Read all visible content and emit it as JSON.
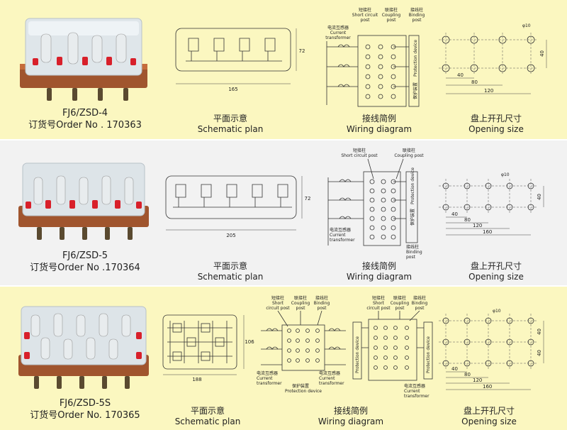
{
  "rows": [
    {
      "model": "FJ6/ZSD-4",
      "order": "订货号Order No . 170363",
      "plan": {
        "cn": "平面示意",
        "en": "Schematic plan",
        "dim_w": "165",
        "dim_h": "72"
      },
      "wiring": {
        "cn": "接线简例",
        "en": "Wiring diagram",
        "short_cn": "短接柱",
        "short_en1": "Short circuit",
        "short_en2": "post",
        "coupling_cn": "联接柱",
        "coupling_en1": "Coupling",
        "coupling_en2": "post",
        "binding_cn": "接线柱",
        "binding_en1": "Binding",
        "binding_en2": "post",
        "ct_cn": "电流互感器",
        "ct_en1": "Current",
        "ct_en2": "transformer",
        "prot_cn": "保护装置",
        "prot_en": "Protection device"
      },
      "opening": {
        "cn": "盘上开孔尺寸",
        "en": "Opening size",
        "dia": "φ10",
        "d40v": "40",
        "d40h": "40",
        "d80": "80",
        "d120": "120"
      }
    },
    {
      "model": "FJ6/ZSD-5",
      "order": "订货号Order No .170364",
      "plan": {
        "cn": "平面示意",
        "en": "Schematic plan",
        "dim_w": "205",
        "dim_h": "72"
      },
      "wiring": {
        "cn": "接线简例",
        "en": "Wiring diagram",
        "short_cn": "短接柱",
        "short_en": "Short circuit post",
        "coupling_cn": "联接柱",
        "coupling_en": "Coupling post",
        "binding_cn": "接线柱",
        "binding_en1": "Binding",
        "binding_en2": "post",
        "ct_cn": "电流互感器",
        "ct_en1": "Current",
        "ct_en2": "transformer",
        "prot_cn": "保护装置",
        "prot_en": "Protection device"
      },
      "opening": {
        "cn": "盘上开孔尺寸",
        "en": "Opening size",
        "dia": "φ10",
        "d40v": "40",
        "d40h": "40",
        "d80": "80",
        "d120": "120",
        "d160": "160"
      }
    },
    {
      "model": "FJ6/ZSD-5S",
      "order": "订货号Order No. 170365",
      "plan": {
        "cn": "平面示意",
        "en": "Schematic plan",
        "dim_w": "188",
        "dim_h": "106"
      },
      "wiring": {
        "cn": "接线简例",
        "en": "Wiring diagram",
        "short_cn": "短接柱",
        "short_en1": "Short",
        "short_en2": "circuit post",
        "coupling_cn": "联接柱",
        "coupling_en1": "Coupling",
        "coupling_en2": "post",
        "binding_cn": "接线柱",
        "binding_en1": "Binding",
        "binding_en2": "post",
        "ct_cn": "电流互感器",
        "ct_en1": "Current",
        "ct_en2": "transformer",
        "prot_cn": "保护装置",
        "prot_en": "Protection device"
      },
      "opening": {
        "cn": "盘上开孔尺寸",
        "en": "Opening size",
        "dia": "φ10",
        "d40a": "40",
        "d40b": "40",
        "d40h": "40",
        "d80": "80",
        "d120": "120",
        "d160": "160"
      }
    }
  ]
}
